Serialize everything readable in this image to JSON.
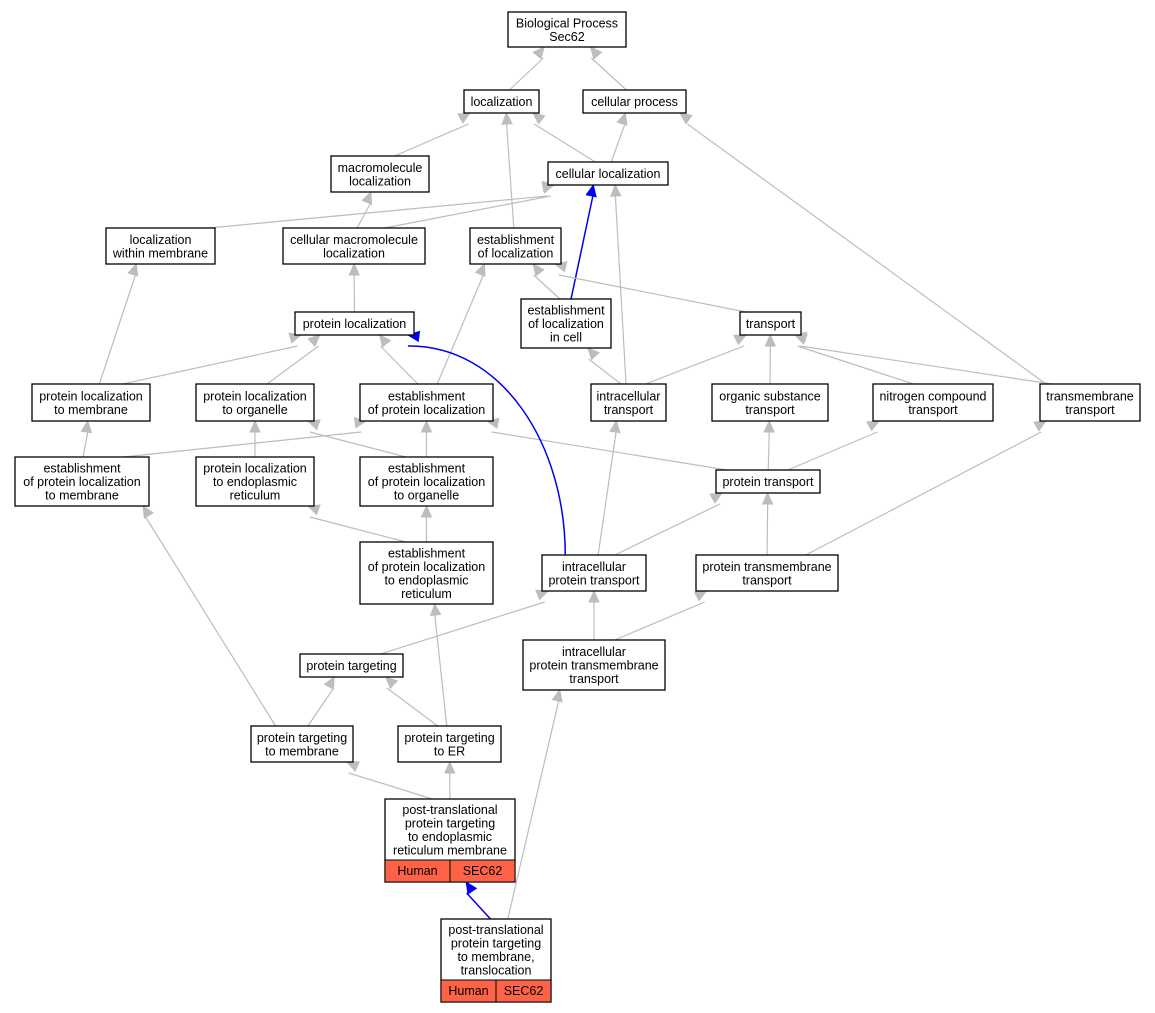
{
  "colors": {
    "gray_edge": "#bdbdbd",
    "blue_edge": "#0000ee",
    "species_cell": "#ff6347"
  },
  "nodes": [
    {
      "id": "biological_process",
      "lines": [
        "Biological Process",
        "Sec62"
      ]
    },
    {
      "id": "localization",
      "lines": [
        "localization"
      ]
    },
    {
      "id": "cellular_process",
      "lines": [
        "cellular process"
      ]
    },
    {
      "id": "macromolecule_localization",
      "lines": [
        "macromolecule",
        "localization"
      ]
    },
    {
      "id": "cellular_localization",
      "lines": [
        "cellular localization"
      ]
    },
    {
      "id": "localization_within_membrane",
      "lines": [
        "localization",
        "within membrane"
      ]
    },
    {
      "id": "cellular_macromolecule_localization",
      "lines": [
        "cellular macromolecule",
        "localization"
      ]
    },
    {
      "id": "establishment_of_localization",
      "lines": [
        "establishment",
        "of localization"
      ]
    },
    {
      "id": "protein_localization",
      "lines": [
        "protein localization"
      ]
    },
    {
      "id": "establishment_of_localization_in_cell",
      "lines": [
        "establishment",
        "of localization",
        "in cell"
      ]
    },
    {
      "id": "transport",
      "lines": [
        "transport"
      ]
    },
    {
      "id": "protein_localization_to_membrane",
      "lines": [
        "protein localization",
        "to membrane"
      ]
    },
    {
      "id": "protein_localization_to_organelle",
      "lines": [
        "protein localization",
        "to organelle"
      ]
    },
    {
      "id": "establishment_of_protein_localization",
      "lines": [
        "establishment",
        "of protein localization"
      ]
    },
    {
      "id": "intracellular_transport",
      "lines": [
        "intracellular",
        "transport"
      ]
    },
    {
      "id": "organic_substance_transport",
      "lines": [
        "organic substance",
        "transport"
      ]
    },
    {
      "id": "nitrogen_compound_transport",
      "lines": [
        "nitrogen compound",
        "transport"
      ]
    },
    {
      "id": "transmembrane_transport",
      "lines": [
        "transmembrane",
        "transport"
      ]
    },
    {
      "id": "establishment_of_protein_localization_to_membrane",
      "lines": [
        "establishment",
        "of protein localization",
        "to membrane"
      ]
    },
    {
      "id": "protein_localization_to_er",
      "lines": [
        "protein localization",
        "to endoplasmic",
        "reticulum"
      ]
    },
    {
      "id": "establishment_of_protein_localization_to_organelle",
      "lines": [
        "establishment",
        "of protein localization",
        "to organelle"
      ]
    },
    {
      "id": "protein_transport",
      "lines": [
        "protein transport"
      ]
    },
    {
      "id": "establishment_of_protein_localization_to_er",
      "lines": [
        "establishment",
        "of protein localization",
        "to endoplasmic",
        "reticulum"
      ]
    },
    {
      "id": "intracellular_protein_transport",
      "lines": [
        "intracellular",
        "protein transport"
      ]
    },
    {
      "id": "protein_transmembrane_transport",
      "lines": [
        "protein transmembrane",
        "transport"
      ]
    },
    {
      "id": "protein_targeting",
      "lines": [
        "protein targeting"
      ]
    },
    {
      "id": "intracellular_protein_transmembrane_transport",
      "lines": [
        "intracellular",
        "protein transmembrane",
        "transport"
      ]
    },
    {
      "id": "protein_targeting_to_membrane",
      "lines": [
        "protein targeting",
        "to membrane"
      ]
    },
    {
      "id": "protein_targeting_to_er",
      "lines": [
        "protein targeting",
        "to ER"
      ]
    },
    {
      "id": "posttranslational_targeting_to_er_membrane",
      "lines": [
        "post-translational",
        "protein targeting",
        "to endoplasmic",
        "reticulum membrane"
      ],
      "cells": [
        "Human",
        "SEC62"
      ]
    },
    {
      "id": "posttranslational_targeting_translocation",
      "lines": [
        "post-translational",
        "protein targeting",
        "to membrane,",
        "translocation"
      ],
      "cells": [
        "Human",
        "SEC62"
      ]
    }
  ],
  "edges": [
    {
      "from": "localization",
      "to": "biological_process",
      "color": "gray"
    },
    {
      "from": "cellular_process",
      "to": "biological_process",
      "color": "gray"
    },
    {
      "from": "macromolecule_localization",
      "to": "localization",
      "color": "gray"
    },
    {
      "from": "cellular_localization",
      "to": "localization",
      "color": "gray"
    },
    {
      "from": "cellular_localization",
      "to": "cellular_process",
      "color": "gray"
    },
    {
      "from": "localization_within_membrane",
      "to": "cellular_localization",
      "color": "gray"
    },
    {
      "from": "cellular_macromolecule_localization",
      "to": "macromolecule_localization",
      "color": "gray"
    },
    {
      "from": "cellular_macromolecule_localization",
      "to": "cellular_localization",
      "color": "gray"
    },
    {
      "from": "establishment_of_localization",
      "to": "localization",
      "color": "gray"
    },
    {
      "from": "protein_localization",
      "to": "cellular_macromolecule_localization",
      "color": "gray"
    },
    {
      "from": "establishment_of_localization_in_cell",
      "to": "establishment_of_localization",
      "color": "gray"
    },
    {
      "from": "establishment_of_localization_in_cell",
      "to": "cellular_localization",
      "color": "blue"
    },
    {
      "from": "transport",
      "to": "establishment_of_localization",
      "color": "gray"
    },
    {
      "from": "transmembrane_transport",
      "to": "cellular_process",
      "color": "gray"
    },
    {
      "from": "protein_localization_to_membrane",
      "to": "localization_within_membrane",
      "color": "gray"
    },
    {
      "from": "protein_localization_to_membrane",
      "to": "protein_localization",
      "color": "gray"
    },
    {
      "from": "protein_localization_to_organelle",
      "to": "protein_localization",
      "color": "gray"
    },
    {
      "from": "establishment_of_protein_localization",
      "to": "protein_localization",
      "color": "gray"
    },
    {
      "from": "establishment_of_protein_localization",
      "to": "establishment_of_localization",
      "color": "gray"
    },
    {
      "from": "intracellular_transport",
      "to": "establishment_of_localization_in_cell",
      "color": "gray"
    },
    {
      "from": "intracellular_transport",
      "to": "cellular_localization",
      "color": "gray"
    },
    {
      "from": "intracellular_transport",
      "to": "transport",
      "color": "gray"
    },
    {
      "from": "organic_substance_transport",
      "to": "transport",
      "color": "gray"
    },
    {
      "from": "nitrogen_compound_transport",
      "to": "transport",
      "color": "gray"
    },
    {
      "from": "transmembrane_transport",
      "to": "transport",
      "color": "gray"
    },
    {
      "from": "establishment_of_protein_localization_to_membrane",
      "to": "protein_localization_to_membrane",
      "color": "gray"
    },
    {
      "from": "establishment_of_protein_localization_to_membrane",
      "to": "establishment_of_protein_localization",
      "color": "gray"
    },
    {
      "from": "protein_localization_to_er",
      "to": "protein_localization_to_organelle",
      "color": "gray"
    },
    {
      "from": "establishment_of_protein_localization_to_organelle",
      "to": "protein_localization_to_organelle",
      "color": "gray"
    },
    {
      "from": "establishment_of_protein_localization_to_organelle",
      "to": "establishment_of_protein_localization",
      "color": "gray"
    },
    {
      "from": "protein_transport",
      "to": "establishment_of_protein_localization",
      "color": "gray"
    },
    {
      "from": "protein_transport",
      "to": "organic_substance_transport",
      "color": "gray"
    },
    {
      "from": "protein_transport",
      "to": "nitrogen_compound_transport",
      "color": "gray"
    },
    {
      "from": "establishment_of_protein_localization_to_er",
      "to": "protein_localization_to_er",
      "color": "gray"
    },
    {
      "from": "establishment_of_protein_localization_to_er",
      "to": "establishment_of_protein_localization_to_organelle",
      "color": "gray"
    },
    {
      "from": "intracellular_protein_transport",
      "to": "protein_localization",
      "color": "blue"
    },
    {
      "from": "intracellular_protein_transport",
      "to": "intracellular_transport",
      "color": "gray"
    },
    {
      "from": "intracellular_protein_transport",
      "to": "protein_transport",
      "color": "gray"
    },
    {
      "from": "protein_transmembrane_transport",
      "to": "protein_transport",
      "color": "gray"
    },
    {
      "from": "protein_transmembrane_transport",
      "to": "transmembrane_transport",
      "color": "gray"
    },
    {
      "from": "protein_targeting",
      "to": "intracellular_protein_transport",
      "color": "gray"
    },
    {
      "from": "intracellular_protein_transmembrane_transport",
      "to": "intracellular_protein_transport",
      "color": "gray"
    },
    {
      "from": "intracellular_protein_transmembrane_transport",
      "to": "protein_transmembrane_transport",
      "color": "gray"
    },
    {
      "from": "protein_targeting_to_membrane",
      "to": "establishment_of_protein_localization_to_membrane",
      "color": "gray"
    },
    {
      "from": "protein_targeting_to_membrane",
      "to": "protein_targeting",
      "color": "gray"
    },
    {
      "from": "protein_targeting_to_er",
      "to": "protein_targeting",
      "color": "gray"
    },
    {
      "from": "protein_targeting_to_er",
      "to": "establishment_of_protein_localization_to_er",
      "color": "gray"
    },
    {
      "from": "posttranslational_targeting_to_er_membrane",
      "to": "protein_targeting_to_membrane",
      "color": "gray"
    },
    {
      "from": "posttranslational_targeting_to_er_membrane",
      "to": "protein_targeting_to_er",
      "color": "gray"
    },
    {
      "from": "posttranslational_targeting_translocation",
      "to": "posttranslational_targeting_to_er_membrane",
      "color": "blue"
    },
    {
      "from": "posttranslational_targeting_translocation",
      "to": "intracellular_protein_transmembrane_transport",
      "color": "gray"
    }
  ]
}
